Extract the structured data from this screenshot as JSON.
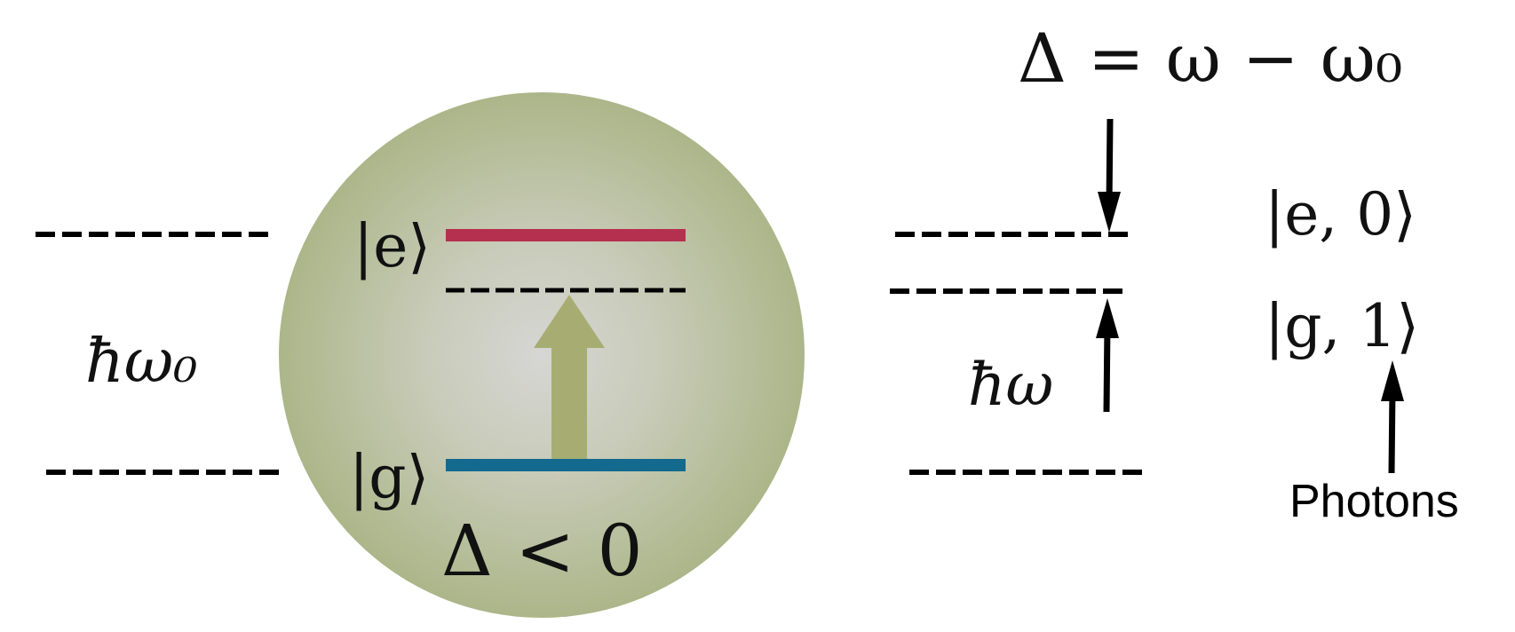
{
  "colors": {
    "excited_level": "#b5304f",
    "ground_level": "#13698e",
    "arrow_fill": "#a7ad72",
    "sphere_center": "#d6d6d4",
    "sphere_edge": "#acb689",
    "dash": "#000000"
  },
  "labels": {
    "detuning_definition": "Δ = ω − ω₀",
    "ket_e": "|e⟩",
    "ket_g": "|g⟩",
    "detuning_condition": "Δ < 0",
    "hbar_omega0": "ħω₀",
    "hbar_omega": "ħω",
    "ket_e0": "|e, 0⟩",
    "ket_g1": "|g, 1⟩",
    "photons": "Photons"
  }
}
